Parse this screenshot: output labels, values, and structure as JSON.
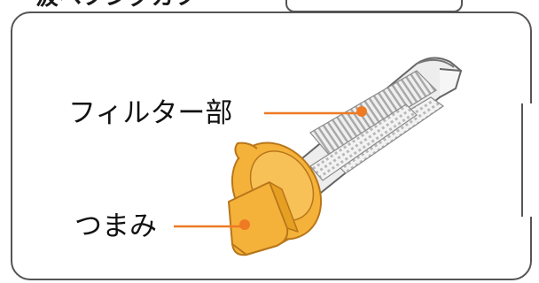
{
  "header": {
    "partial_title": "汲ペフングカフ"
  },
  "labels": {
    "filter": "フィルター部",
    "knob": "つまみ"
  },
  "colors": {
    "leader_line": "#ee7a24",
    "knob": "#f5b23a",
    "filter_body": "#ececec",
    "outline": "#555555"
  }
}
